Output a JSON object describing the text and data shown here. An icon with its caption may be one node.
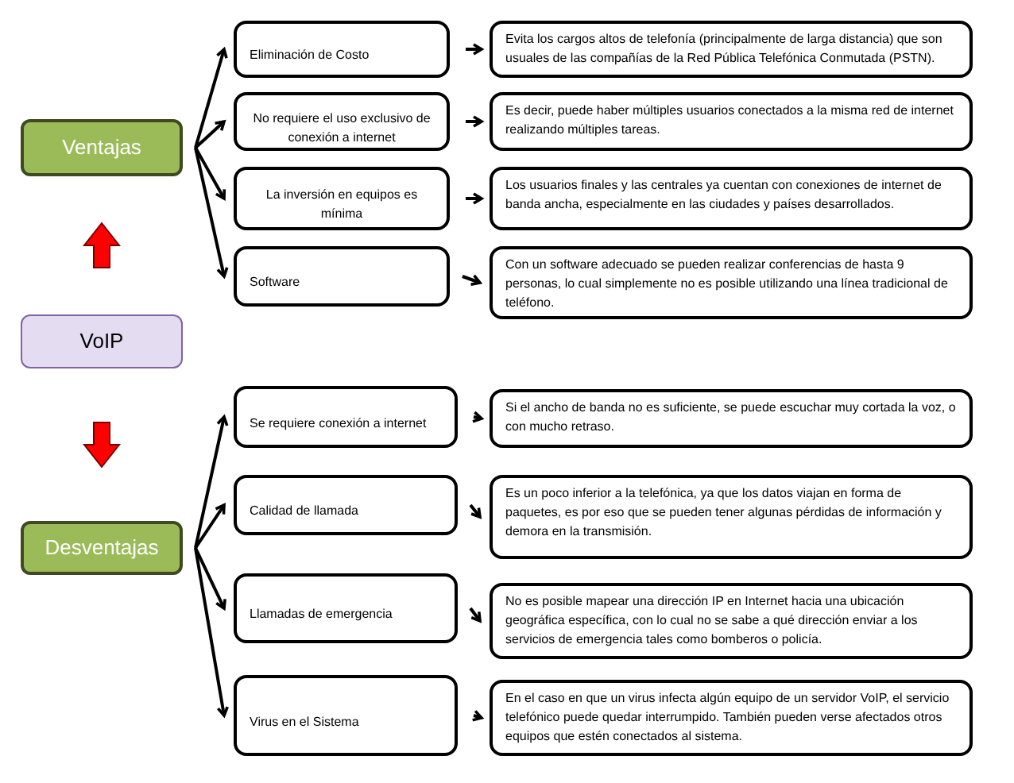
{
  "diagram": {
    "nodes": [
      {
        "text": [
          "Ventajas"
        ]
      },
      {
        "text": [
          "Eliminación de Costo"
        ]
      },
      {
        "text": [
          "Evita los cargos altos de telefonía (principalmente de larga distancia) que son usuales de las compañías de la Red Pública Telefónica Conmutada (PSTN)."
        ]
      },
      {
        "text": [
          "No requiere el uso exclusivo de conexión a internet"
        ]
      },
      {
        "text": [
          "Es decir, puede haber múltiples usuarios conectados a la misma red de internet realizando múltiples tareas."
        ]
      },
      {
        "text": [
          "La inversión en equipos es mínima"
        ]
      },
      {
        "text": [
          "Los usuarios finales y las centrales ya cuentan con conexiones de internet de banda ancha, especialmente en las ciudades y países desarrollados."
        ]
      },
      {
        "text": [
          "Software"
        ]
      },
      {
        "text": [
          "Con un software adecuado se pueden realizar conferencias de hasta 9 personas, lo cual simplemente no es posible utilizando una línea tradicional de teléfono."
        ]
      },
      {
        "text": [
          "VoIP"
        ]
      },
      {
        "text": [
          "Desventajas"
        ]
      },
      {
        "text": [
          "Se requiere conexión a internet"
        ]
      },
      {
        "text": [
          "Si el ancho de banda no es suficiente, se puede escuchar muy cortada la voz, o con mucho retraso."
        ]
      },
      {
        "text": [
          "Calidad de llamada"
        ]
      },
      {
        "text": [
          "Es un poco inferior a la telefónica, ya que los datos viajan en forma de paquetes, es por eso que se pueden tener algunas pérdidas de información y demora en la transmisión."
        ]
      },
      {
        "text": [
          "Llamadas de emergencia"
        ]
      },
      {
        "text": [
          "No es posible mapear una dirección IP en Internet hacia una ubicación geográfica específica, con lo cual no se sabe a qué dirección enviar a los servicios de emergencia tales como bomberos o policía."
        ]
      },
      {
        "text": [
          "Virus en el Sistema"
        ]
      },
      {
        "text": [
          "En el caso en que un virus infecta algún equipo de un servidor VoIP, el servicio telefónico puede quedar interrumpido. También pueden verse afectados otros equipos que estén conectados al sistema."
        ]
      }
    ],
    "edges": [
      {
        "from": 9,
        "to": 0,
        "arrow": "to",
        "style": "thick",
        "color": "#ff0000"
      },
      {
        "from": 9,
        "to": 10,
        "arrow": "to",
        "style": "thick",
        "color": "#ff0000"
      },
      {
        "from": 0,
        "to": 1,
        "arrow": "to"
      },
      {
        "from": 0,
        "to": 3,
        "arrow": "to"
      },
      {
        "from": 0,
        "to": 5,
        "arrow": "to"
      },
      {
        "from": 0,
        "to": 7,
        "arrow": "to"
      },
      {
        "from": 1,
        "to": 2,
        "arrow": "to"
      },
      {
        "from": 3,
        "to": 4,
        "arrow": "to"
      },
      {
        "from": 5,
        "to": 6,
        "arrow": "to"
      },
      {
        "from": 7,
        "to": 8,
        "arrow": "to"
      },
      {
        "from": 10,
        "to": 11,
        "arrow": "to"
      },
      {
        "from": 10,
        "to": 13,
        "arrow": "to"
      },
      {
        "from": 10,
        "to": 15,
        "arrow": "to"
      },
      {
        "from": 10,
        "to": 17,
        "arrow": "to"
      },
      {
        "from": 11,
        "to": 12,
        "arrow": "to"
      },
      {
        "from": 13,
        "to": 14,
        "arrow": "to"
      },
      {
        "from": 15,
        "to": 16,
        "arrow": "to"
      },
      {
        "from": 17,
        "to": 18,
        "arrow": "to"
      }
    ]
  }
}
